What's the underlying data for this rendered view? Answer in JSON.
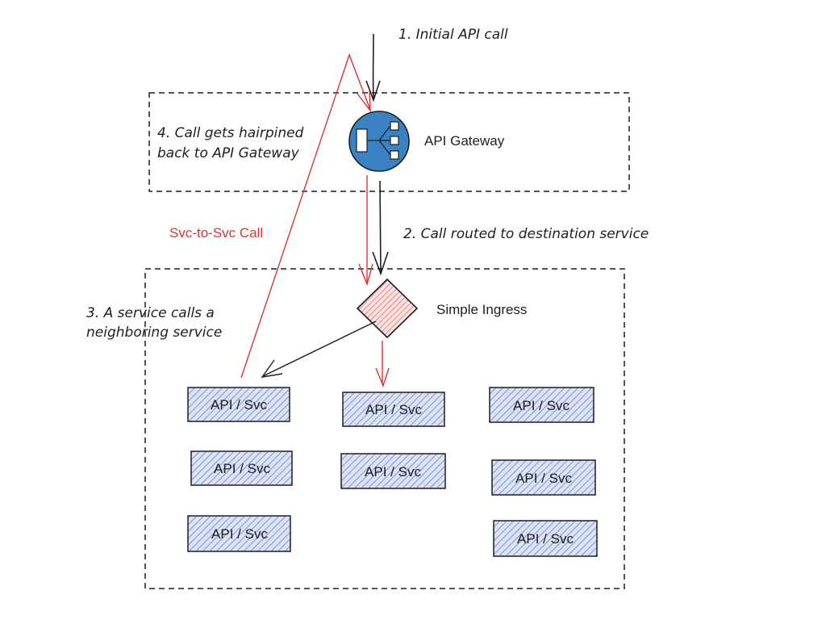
{
  "annotations": {
    "step1": "1. Initial API call",
    "step2": "2. Call routed to destination service",
    "step3_line1": "3. A service calls a",
    "step3_line2": "neighboring service",
    "step4_line1": "4. Call gets hairpined",
    "step4_line2": "back to API Gateway"
  },
  "nodes": {
    "gateway_label": "API Gateway",
    "ingress_label": "Simple Ingress",
    "svc_to_svc_label": "Svc-to-Svc Call"
  },
  "services": [
    "API / Svc",
    "API / Svc",
    "API / Svc",
    "API / Svc",
    "API / Svc",
    "API / Svc",
    "API / Svc",
    "API / Svc"
  ],
  "colors": {
    "gateway_fill": "#3b82c4",
    "service_fill": "#c5cfe8",
    "service_hatch": "#6b83c9",
    "ingress_hatch": "#e03131",
    "call_arrow": "#e03131",
    "line": "#1e1e1e"
  }
}
